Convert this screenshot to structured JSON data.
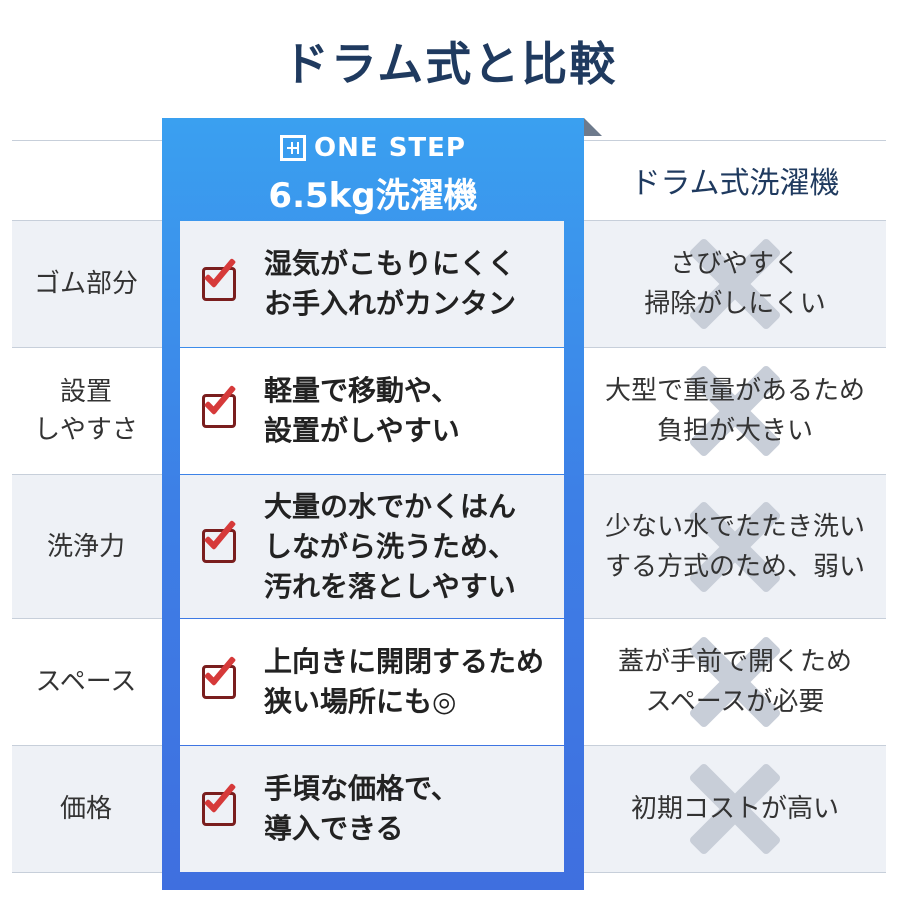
{
  "title": "ドラム式と比較",
  "brand": "ONE STEP",
  "product": "6.5kg洗濯機",
  "competitor": "ドラム式洗濯機",
  "colors": {
    "title": "#1f3a5f",
    "panel": "#3d7fe6",
    "check": "#d63a3a",
    "cross": "#c8ced8"
  },
  "rows": [
    {
      "label": "ゴム部分",
      "ours": "湿気がこもりにくく\nお手入れがカンタン",
      "theirs": "さびやすく\n掃除がしにくい"
    },
    {
      "label": "設置\nしやすさ",
      "ours": "軽量で移動や、\n設置がしやすい",
      "theirs": "大型で重量があるため\n負担が大きい"
    },
    {
      "label": "洗浄力",
      "ours": "大量の水でかくはん\nしながら洗うため、\n汚れを落としやすい",
      "theirs": "少ない水でたたき洗い\nする方式のため、弱い"
    },
    {
      "label": "スペース",
      "ours": "上向きに開閉するため\n狭い場所にも◎",
      "theirs": "蓋が手前で開くため\nスペースが必要"
    },
    {
      "label": "価格",
      "ours": "手頃な価格で、\n導入できる",
      "theirs": "初期コストが高い"
    }
  ]
}
